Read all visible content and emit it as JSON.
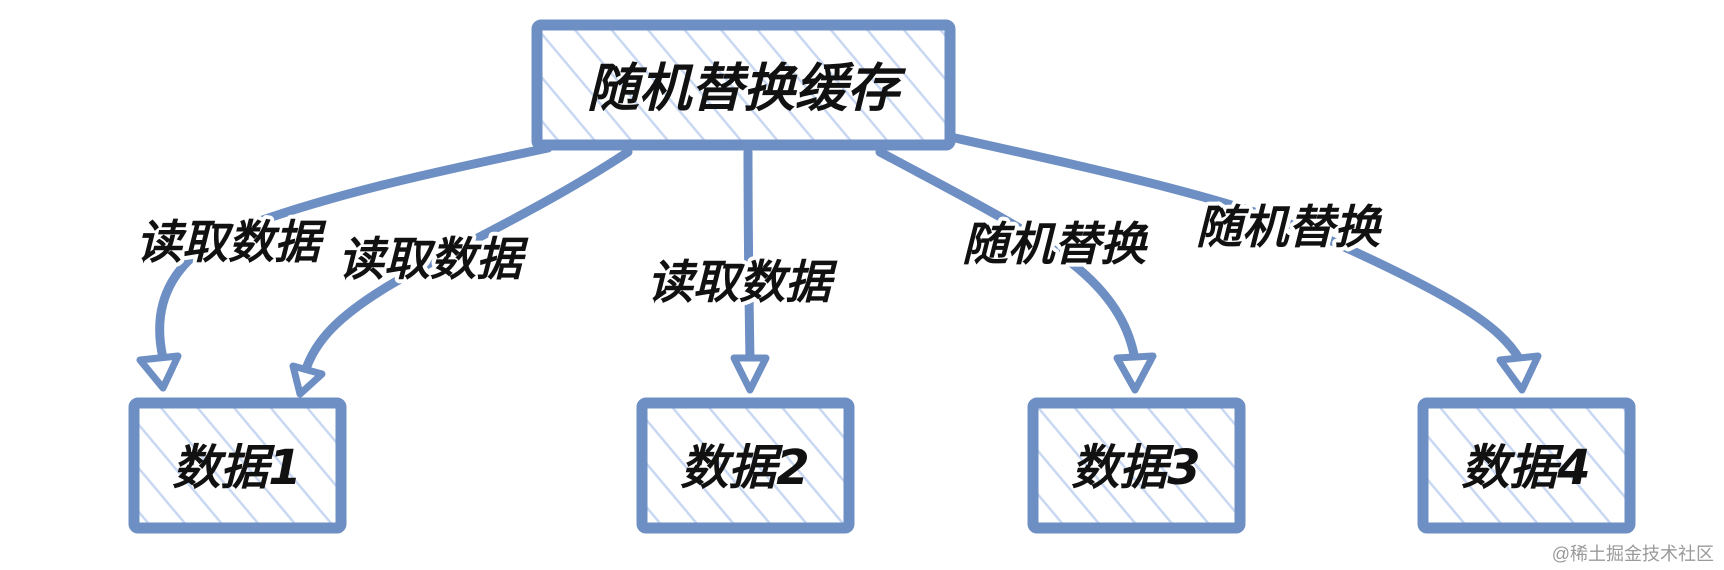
{
  "colors": {
    "stroke": "#6e8fc4",
    "hatch": "#c9d8f2",
    "text": "#111111"
  },
  "root": {
    "label": "随机替换缓存"
  },
  "nodes": [
    {
      "label": "数据1"
    },
    {
      "label": "数据2"
    },
    {
      "label": "数据3"
    },
    {
      "label": "数据4"
    }
  ],
  "edges": [
    {
      "label": "读取数据",
      "target": "数据1"
    },
    {
      "label": "读取数据",
      "target": "数据1"
    },
    {
      "label": "读取数据",
      "target": "数据2"
    },
    {
      "label": "随机替换",
      "target": "数据3"
    },
    {
      "label": "随机替换",
      "target": "数据4"
    }
  ],
  "watermark": "@稀土掘金技术社区"
}
